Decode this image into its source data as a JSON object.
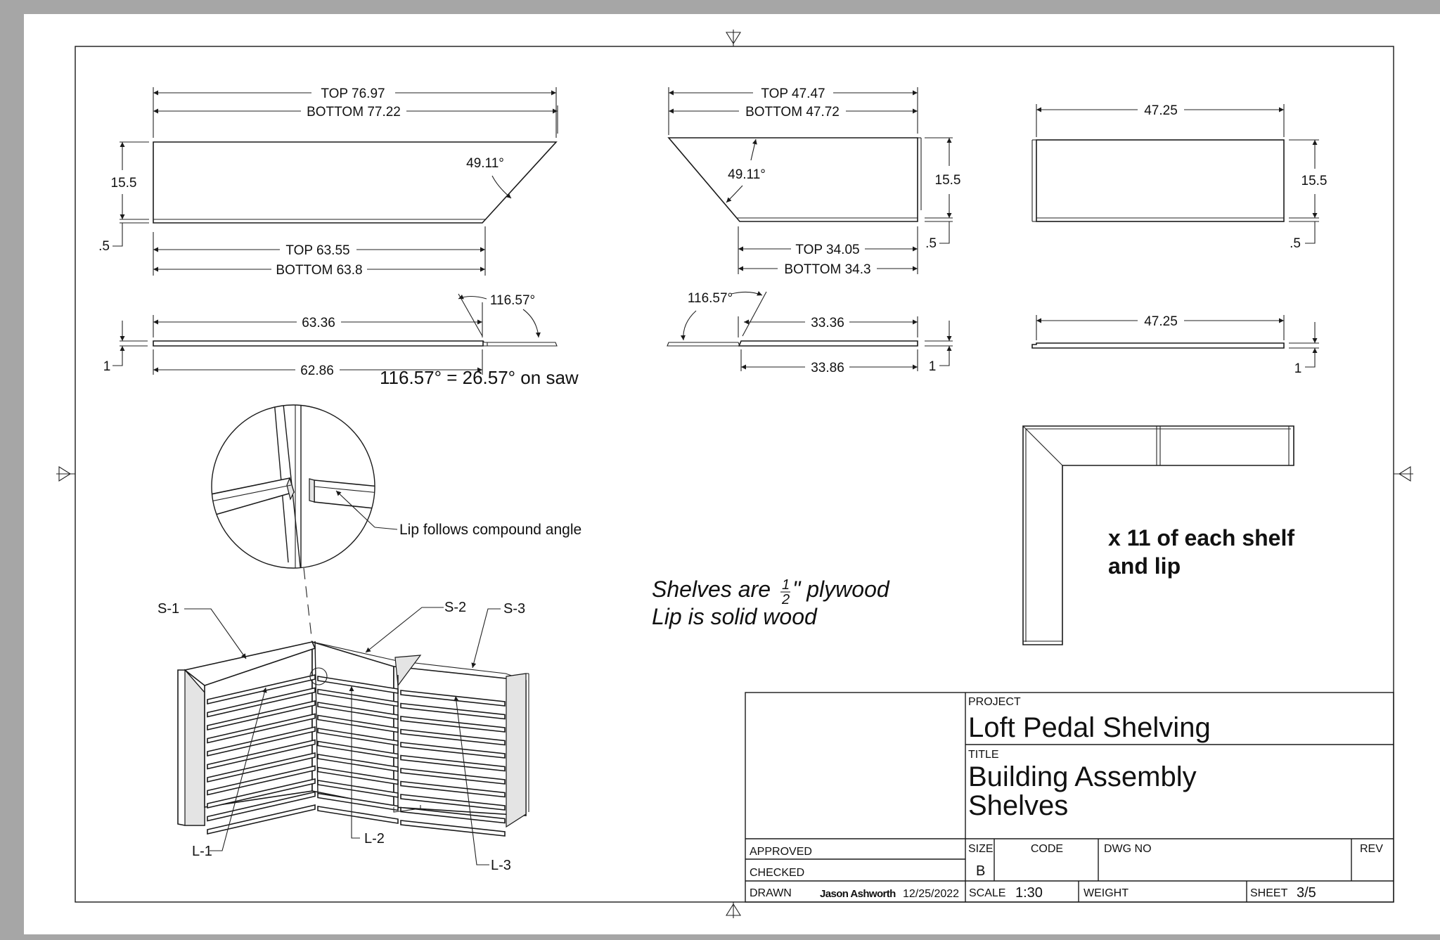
{
  "views": {
    "s1": {
      "top_len": "TOP  76.97",
      "bottom_len": "BOTTOM  77.22",
      "height": "15.5",
      "lip_thickness": ".5",
      "angle": "49.11°",
      "inner_top": "TOP  63.55",
      "inner_bottom": "BOTTOM  63.8"
    },
    "s2": {
      "top_len": "TOP  47.47",
      "bottom_len": "BOTTOM  47.72",
      "height": "15.5",
      "lip_thickness": ".5",
      "angle": "49.11°",
      "inner_top": "TOP  34.05",
      "inner_bottom": "BOTTOM  34.3"
    },
    "s3": {
      "width": "47.25",
      "height": "15.5",
      "lip_thickness": ".5"
    },
    "lip1": {
      "top_len": "63.36",
      "bottom_len": "62.86",
      "angle": "116.57°",
      "thickness": "1"
    },
    "lip2": {
      "top_len": "33.36",
      "bottom_len": "33.86",
      "angle": "116.57°",
      "thickness": "1"
    },
    "lip3": {
      "width": "47.25",
      "thickness": "1"
    }
  },
  "notes": {
    "saw": "116.57° = 26.57° on saw",
    "lip_detail": "Lip follows compound angle",
    "material_shelves_pre": "Shelves are ",
    "material_frac_num": "1",
    "material_frac_den": "2",
    "material_shelves_post": "\" plywood",
    "material_lip": "Lip is solid wood",
    "quantity_line1": "x 11 of each shelf",
    "quantity_line2": "and lip"
  },
  "labels": {
    "s1": "S-1",
    "s2": "S-2",
    "s3": "S-3",
    "l1": "L-1",
    "l2": "L-2",
    "l3": "L-3"
  },
  "title_block": {
    "project_label": "PROJECT",
    "project": "Loft Pedal Shelving",
    "title_label": "TITLE",
    "title_line1": "Building Assembly",
    "title_line2": "Shelves",
    "approved_label": "APPROVED",
    "checked_label": "CHECKED",
    "drawn_label": "DRAWN",
    "drawn_by": "Jason Ashworth",
    "drawn_date": "12/25/2022",
    "size_label": "SIZE",
    "size": "B",
    "code_label": "CODE",
    "dwg_label": "DWG NO",
    "rev_label": "REV",
    "scale_label": "SCALE",
    "scale": "1:30",
    "weight_label": "WEIGHT",
    "sheet_label": "SHEET",
    "sheet": "3/5"
  }
}
